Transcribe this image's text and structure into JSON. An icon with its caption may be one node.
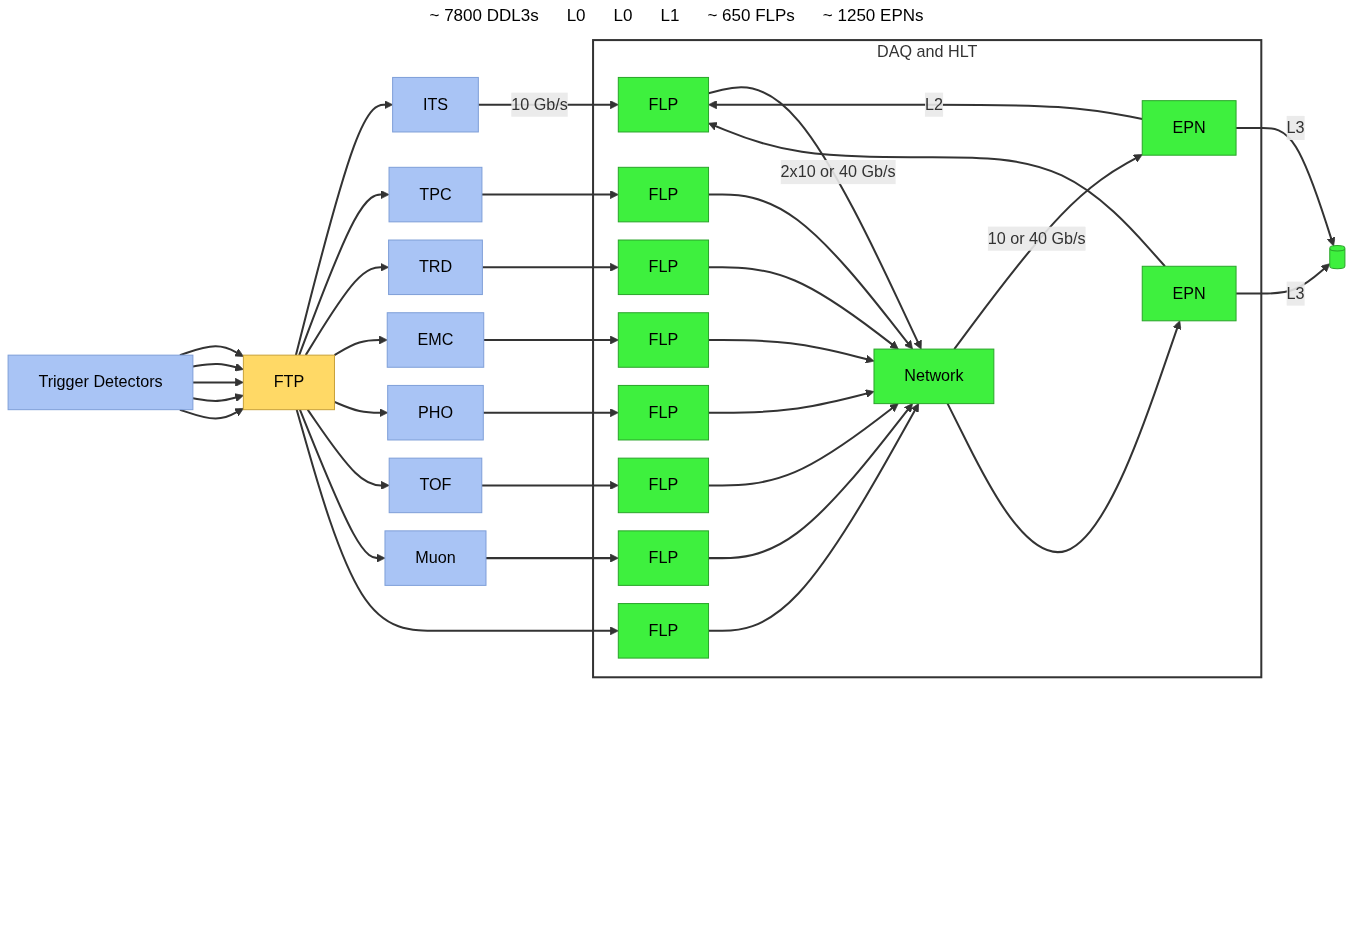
{
  "diagram": {
    "nodes": [
      {
        "text": [
          "DAQ and HLT"
        ]
      },
      {
        "text": [
          "ITS"
        ]
      },
      {
        "text": [
          "TPC"
        ]
      },
      {
        "text": [
          "TRD"
        ]
      },
      {
        "text": [
          "EMC"
        ]
      },
      {
        "text": [
          "PHO"
        ]
      },
      {
        "text": [
          "TOF"
        ]
      },
      {
        "text": [
          "Muon"
        ]
      },
      {
        "text": [
          "FTP"
        ]
      },
      {
        "text": [
          "Trigger Detectors"
        ]
      },
      {
        "text": [
          "FLP"
        ],
        "in": 0
      },
      {
        "text": [
          "FLP"
        ],
        "in": 0
      },
      {
        "text": [
          "FLP"
        ],
        "in": 0
      },
      {
        "text": [
          "FLP"
        ],
        "in": 0
      },
      {
        "text": [
          "FLP"
        ],
        "in": 0
      },
      {
        "text": [
          "FLP"
        ],
        "in": 0
      },
      {
        "text": [
          "FLP"
        ],
        "in": 0
      },
      {
        "text": [
          "FLP"
        ],
        "in": 0
      },
      {
        "text": [
          "Network"
        ],
        "in": 0
      },
      {
        "text": [
          "EPN"
        ],
        "in": 0
      },
      {
        "text": [
          "EPN"
        ],
        "in": 0
      },
      {
        "text": [],
        "shape": "cylinder"
      }
    ],
    "edges": [
      {
        "from": 8,
        "to": 1,
        "arrow": "to"
      },
      {
        "from": 8,
        "to": 2,
        "arrow": "to"
      },
      {
        "from": 8,
        "to": 3,
        "arrow": "to"
      },
      {
        "from": 8,
        "to": 4,
        "arrow": "to"
      },
      {
        "from": 8,
        "to": 5,
        "arrow": "to"
      },
      {
        "from": 8,
        "to": 6,
        "arrow": "to"
      },
      {
        "from": 8,
        "to": 7,
        "arrow": "to"
      },
      {
        "from": 9,
        "to": 8,
        "arrow": "to"
      },
      {
        "from": 9,
        "to": 8,
        "arrow": "to"
      },
      {
        "from": 9,
        "to": 8,
        "arrow": "to"
      },
      {
        "from": 9,
        "to": 8,
        "arrow": "to"
      },
      {
        "from": 9,
        "to": 8,
        "arrow": "to"
      },
      {
        "from": 1,
        "to": 10,
        "arrow": "to",
        "label": "10 Gb/s"
      },
      {
        "from": 2,
        "to": 11,
        "arrow": "to"
      },
      {
        "from": 3,
        "to": 12,
        "arrow": "to"
      },
      {
        "from": 4,
        "to": 13,
        "arrow": "to"
      },
      {
        "from": 5,
        "to": 14,
        "arrow": "to"
      },
      {
        "from": 6,
        "to": 15,
        "arrow": "to"
      },
      {
        "from": 7,
        "to": 16,
        "arrow": "to"
      },
      {
        "from": 8,
        "to": 17,
        "arrow": "to"
      },
      {
        "from": 10,
        "to": 18,
        "arrow": "to",
        "label": "2x10 or 40 Gb/s"
      },
      {
        "from": 11,
        "to": 18,
        "arrow": "to"
      },
      {
        "from": 12,
        "to": 18,
        "arrow": "to"
      },
      {
        "from": 13,
        "to": 18,
        "arrow": "to"
      },
      {
        "from": 14,
        "to": 18,
        "arrow": "to"
      },
      {
        "from": 15,
        "to": 18,
        "arrow": "to"
      },
      {
        "from": 16,
        "to": 18,
        "arrow": "to"
      },
      {
        "from": 17,
        "to": 18,
        "arrow": "to"
      },
      {
        "from": 18,
        "to": 19,
        "arrow": "to",
        "label": "10 or 40 Gb/s"
      },
      {
        "from": 18,
        "to": 20,
        "arrow": "to"
      },
      {
        "from": 19,
        "to": 21,
        "arrow": "to",
        "label": "L3"
      },
      {
        "from": 20,
        "to": 21,
        "arrow": "to",
        "label": "L3"
      },
      {
        "from": 19,
        "to": 10,
        "arrow": "to",
        "label": "L2"
      },
      {
        "from": 20,
        "to": 10,
        "arrow": "to"
      }
    ],
    "labels": [
      "~ 7800  DDL3s",
      "L0",
      "L0",
      "L1",
      "~ 650 FLPs",
      "~ 1250 EPNs"
    ]
  }
}
